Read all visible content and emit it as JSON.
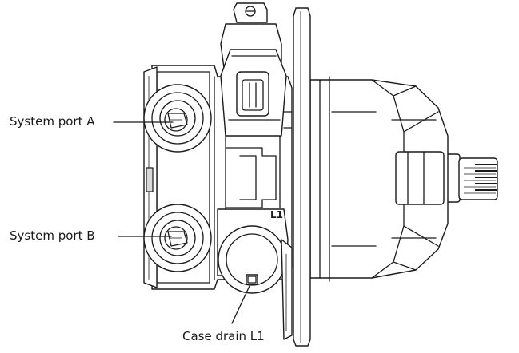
{
  "labels": {
    "port_a": "System port A",
    "port_b": "System port B",
    "case_drain": "Case drain L1",
    "marker_l1": "L1"
  },
  "colors": {
    "line": "#1a1a1a",
    "shade": "#d9d9d9",
    "background": "#ffffff"
  }
}
